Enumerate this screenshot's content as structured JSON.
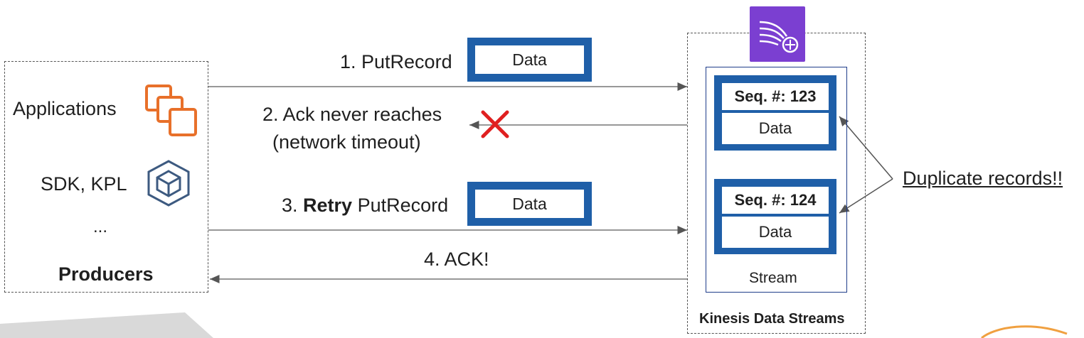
{
  "producers": {
    "items": [
      "Applications",
      "SDK, KPL",
      "..."
    ],
    "title": "Producers"
  },
  "steps": {
    "step1": "1. PutRecord",
    "step2_line1": "2. Ack never reaches",
    "step2_line2": "(network timeout)",
    "step3_prefix": "3. ",
    "step3_bold": "Retry",
    "step3_suffix": " PutRecord",
    "step4": "4. ACK!",
    "data_label": "Data"
  },
  "stream": {
    "records": [
      {
        "seq": "Seq. #: 123",
        "data": "Data"
      },
      {
        "seq": "Seq. #: 124",
        "data": "Data"
      }
    ],
    "stream_label": "Stream",
    "service_label": "Kinesis Data Streams"
  },
  "annotation": "Duplicate records!!",
  "colors": {
    "accent_blue": "#1f5fa8",
    "kinesis_purple": "#7b3fd1",
    "error_red": "#e02020",
    "app_orange": "#e8702a",
    "kpl_blue": "#3d5a80"
  }
}
